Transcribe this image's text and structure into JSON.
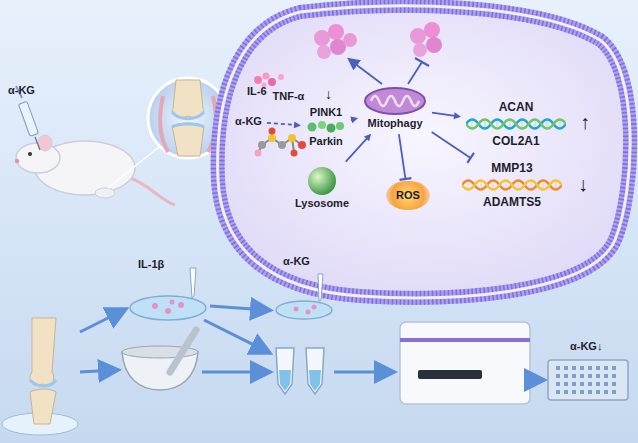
{
  "diagram": {
    "nodes": [
      {
        "text": [
          "α-KG"
        ]
      },
      {
        "text": [
          "PINK1",
          "Parkin"
        ]
      },
      {
        "text": [
          "Mitophagy"
        ]
      },
      {
        "text": [
          "Lysosome"
        ]
      },
      {
        "text": [
          "ROS"
        ]
      },
      {
        "text": [
          "ACAN",
          "COL2A1"
        ]
      },
      {
        "text": [
          "MMP13",
          "ADAMTS5"
        ]
      },
      {
        "text": [
          "IL-6",
          "TNF-α"
        ]
      }
    ],
    "edges": [
      {
        "from": 0,
        "to": 1,
        "arrow": "to"
      },
      {
        "from": 1,
        "to": 2,
        "arrow": "to"
      },
      {
        "from": 3,
        "to": 2,
        "arrow": "to"
      },
      {
        "from": 2,
        "to": 4,
        "arrow": "none"
      },
      {
        "from": 2,
        "to": 5,
        "arrow": "to"
      },
      {
        "from": 2,
        "to": 6,
        "arrow": "none"
      }
    ],
    "labels": [
      "α-KG",
      "↓",
      "↑",
      "↓",
      "IL-1β",
      "α-KG",
      "α-KG↓"
    ]
  }
}
